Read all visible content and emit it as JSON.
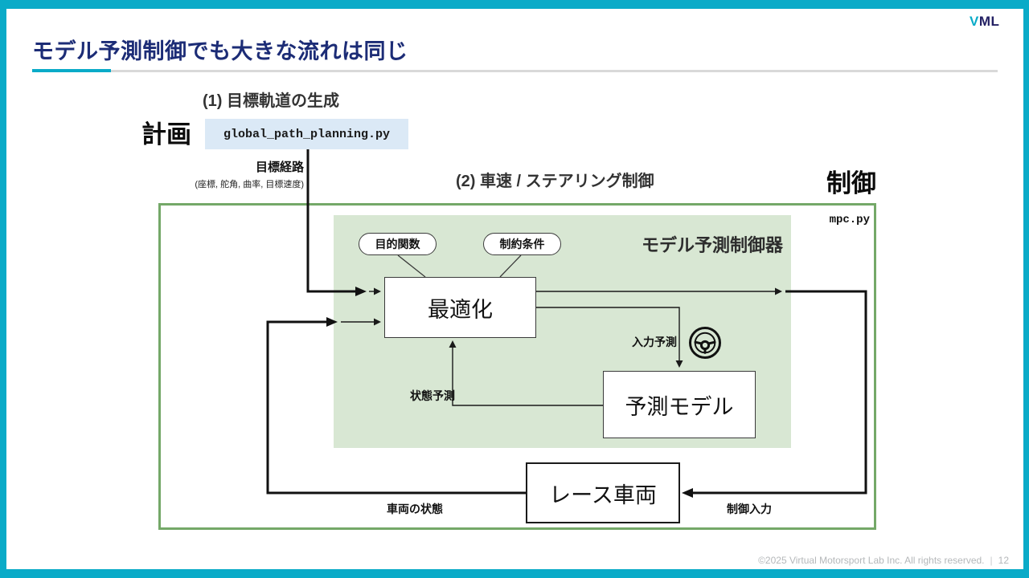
{
  "colors": {
    "accent_teal": "#0AABC8",
    "title_navy": "#1C2C76",
    "logo_navy": "#232063",
    "green_border": "#74A868",
    "green_fill": "#D8E7D3",
    "file_blue": "#DBE9F6",
    "underline_gray": "#D9D9D9",
    "footer_gray": "#B5B8BA",
    "line_dark": "#1A1A1A"
  },
  "header": {
    "title": "モデル予測制御でも大きな流れは同じ",
    "logo_v": "V",
    "logo_ml": "ML"
  },
  "planning": {
    "step_label": "(1) 目標軌道の生成",
    "stage_label": "計画",
    "file_name": "global_path_planning.py",
    "output_label": "目標経路",
    "output_detail": "(座標, 舵角, 曲率, 目標速度)"
  },
  "control": {
    "step_label": "(2) 車速 / ステアリング制御",
    "stage_label": "制御",
    "file_name": "mpc.py",
    "controller_label": "モデル予測制御器",
    "objective_label": "目的関数",
    "constraints_label": "制約条件",
    "optimization_label": "最適化",
    "prediction_model_label": "予測モデル",
    "input_prediction_label": "入力予測",
    "state_prediction_label": "状態予測",
    "race_vehicle_label": "レース車両",
    "vehicle_state_label": "車両の状態",
    "control_input_label": "制御入力",
    "steering_icon": "steering-wheel-icon"
  },
  "footer": {
    "copyright": "©2025 Virtual Motorsport Lab Inc. All rights reserved.",
    "separator": "|",
    "page_number": "12"
  }
}
